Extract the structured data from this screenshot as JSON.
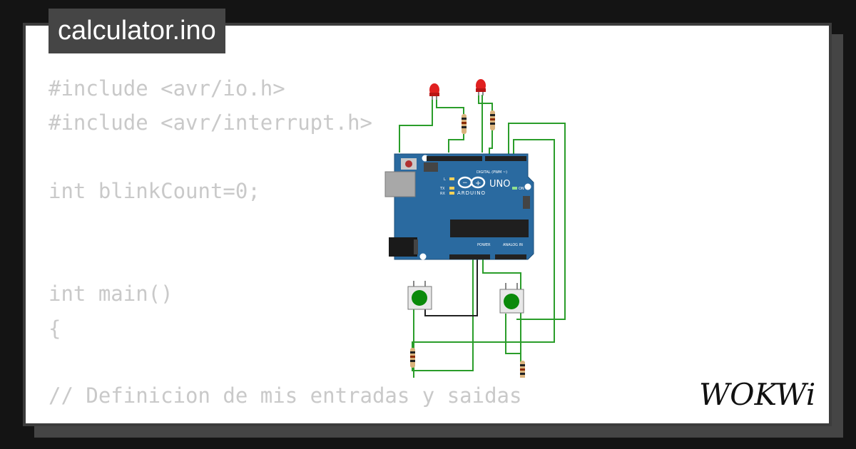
{
  "file_title": "calculator.ino",
  "code_lines": [
    "#include <avr/io.h>",
    "#include <avr/interrupt.h>",
    "int blinkCount=0;",
    "int main()",
    "{",
    "// Definicion de mis entradas y saidas"
  ],
  "board": {
    "brand": "ARDUINO",
    "model": "UNO",
    "header_digital": "DIGITAL (PWM ~)",
    "header_analog": "ANALOG IN",
    "header_power": "POWER",
    "led_tx": "TX",
    "led_rx": "RX",
    "led_l": "L",
    "led_on": "ON"
  },
  "logo_text": "WOKWi",
  "colors": {
    "background": "#141414",
    "card": "#ffffff",
    "badge": "#454545",
    "code_text": "#c9c9c9",
    "board": "#2a6aa0",
    "wire_green": "#2a9d2a",
    "led_red": "#e02020",
    "button_green": "#0a8a0a"
  }
}
